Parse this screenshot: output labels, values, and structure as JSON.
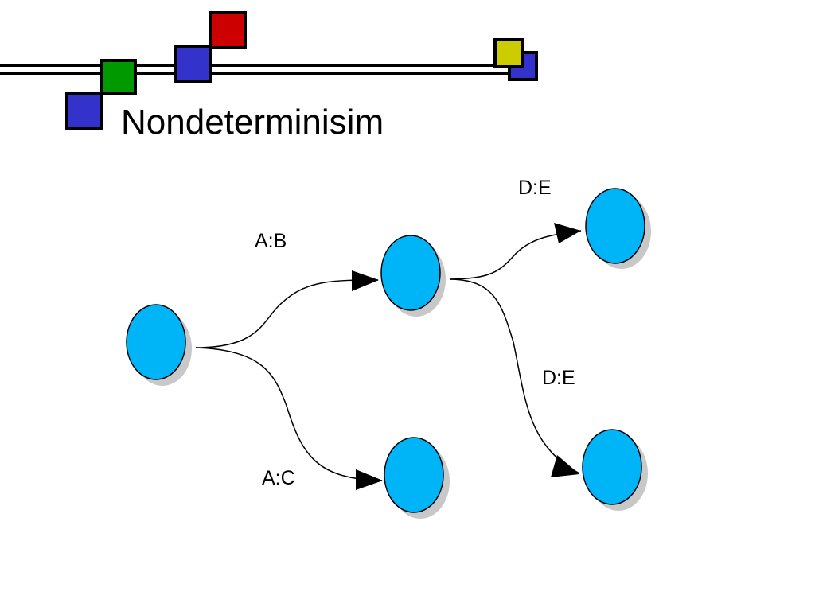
{
  "slide": {
    "title": "Nondeterminisim"
  },
  "decoration": {
    "colors": {
      "line": "#000000",
      "blue": "#3333cc",
      "green": "#009900",
      "red": "#cc0000",
      "yellow": "#cccc00"
    }
  },
  "diagram": {
    "node_color": "#00b4f8",
    "shadow_color": "#c8c8c8",
    "edges": [
      {
        "from": "start",
        "to": "b",
        "label": "A:B"
      },
      {
        "from": "start",
        "to": "c",
        "label": "A:C"
      },
      {
        "from": "b",
        "to": "e1",
        "label": "D:E"
      },
      {
        "from": "b",
        "to": "e2",
        "label": "D:E"
      }
    ]
  }
}
